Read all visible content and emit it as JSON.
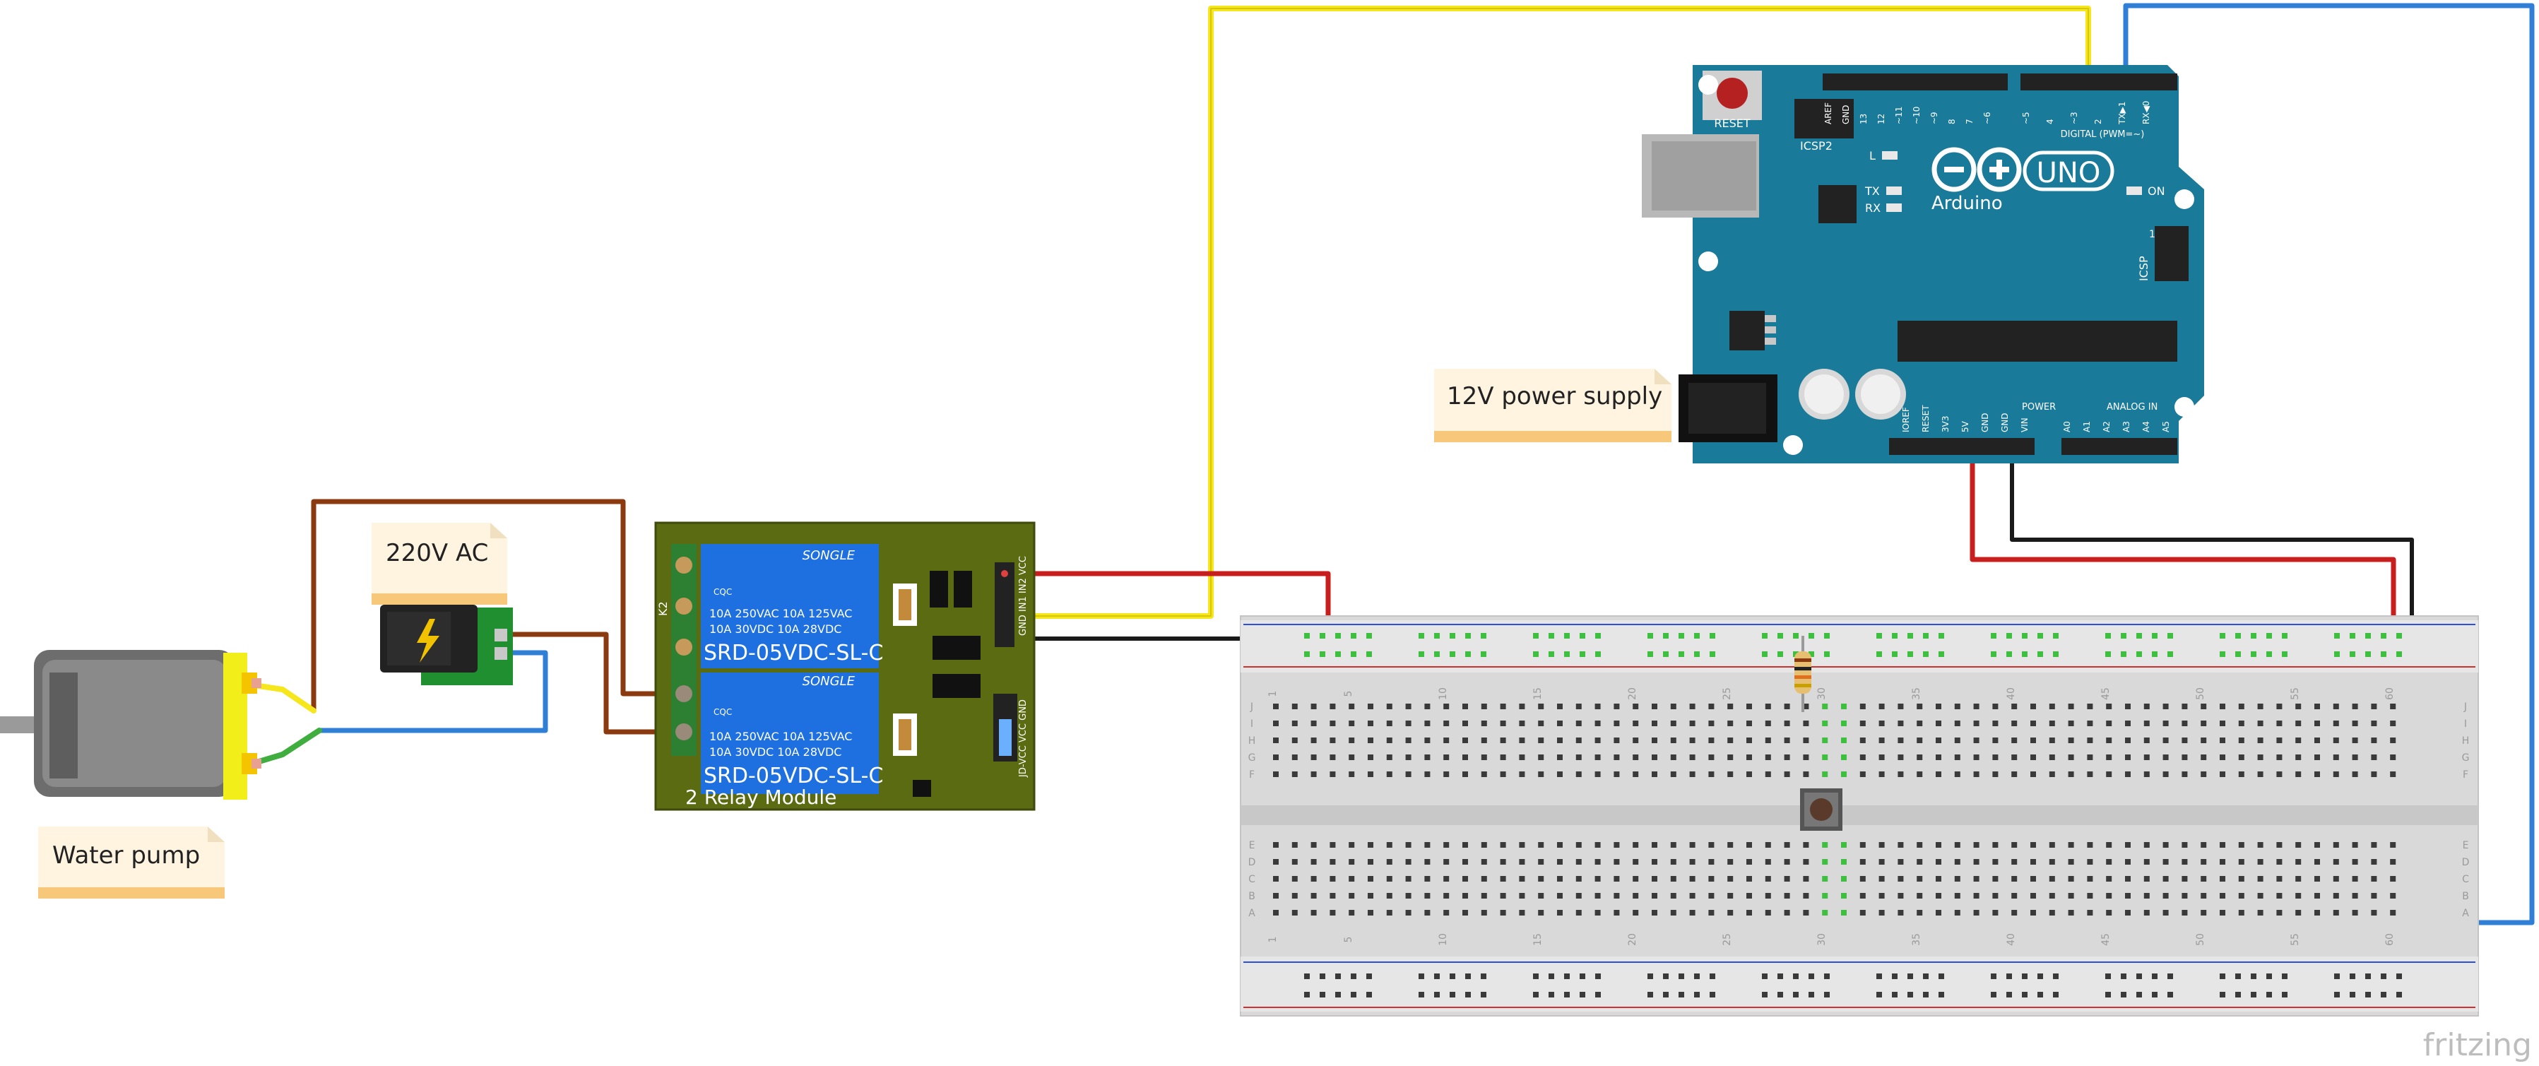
{
  "notes": {
    "pump": "Water pump",
    "ac": "220V AC",
    "supply": "12V power supply"
  },
  "relay": {
    "title": "2 Relay Module",
    "brand1": "SONGLE",
    "brand2": "SONGLE",
    "spec_line1": "10A 250VAC  10A 125VAC",
    "spec_line2": "10A  30VDC  10A  28VDC",
    "model1": "SRD-05VDC-SL-C",
    "model2": "SRD-05VDC-SL-C",
    "cert": "CQC",
    "pins_top": "GND IN1 IN2 VCC",
    "pins_side": "JD-VCC VCC GND",
    "k2": "K2"
  },
  "arduino": {
    "reset": "RESET",
    "icsp2": "ICSP2",
    "logo": "UNO",
    "brand": "Arduino",
    "digital": "DIGITAL (PWM=~)",
    "power": "POWER",
    "analog": "ANALOG IN",
    "icsp": "ICSP",
    "on": "ON",
    "l": "L",
    "tx": "TX",
    "rx": "RX",
    "top_pins": [
      "AREF",
      "GND",
      "13",
      "12",
      "~11",
      "~10",
      "~9",
      "8",
      "7",
      "~6",
      "~5",
      "4",
      "~3",
      "2",
      "TX▶1",
      "RX◀0"
    ],
    "power_pins": [
      "IOREF",
      "RESET",
      "3V3",
      "5V",
      "GND",
      "GND",
      "VIN"
    ],
    "analog_pins": [
      "A0",
      "A1",
      "A2",
      "A3",
      "A4",
      "A5"
    ],
    "icsp_one": "1"
  },
  "breadboard": {
    "col_numbers": [
      "1",
      "5",
      "10",
      "15",
      "20",
      "25",
      "30",
      "35",
      "40",
      "45",
      "50",
      "55",
      "60"
    ],
    "row_letters_top": [
      "J",
      "I",
      "H",
      "G",
      "F"
    ],
    "row_letters_bottom": [
      "E",
      "D",
      "C",
      "B",
      "A"
    ]
  },
  "watermark": "fritzing",
  "colors": {
    "yellow_wire": "#f5e71c",
    "blue_wire": "#2f7fd6",
    "red_wire": "#c81e1e",
    "black_wire": "#1a1a1a",
    "brown_wire": "#8b3a0f",
    "green_wire": "#3fae3f",
    "arduino_teal": "#1a7a9a",
    "relay_board": "#5a6b12",
    "relay_blue": "#1e6fe0",
    "note_bg": "#fff4e0",
    "note_bar": "#f8c87a"
  }
}
